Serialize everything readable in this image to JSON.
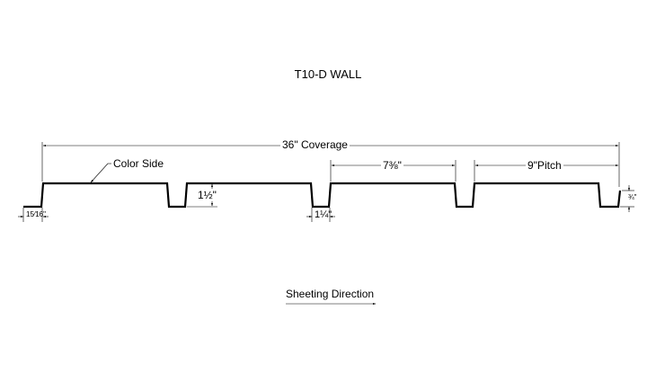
{
  "title": "T10-D WALL",
  "labels": {
    "coverage": "36\" Coverage",
    "color_side": "Color Side",
    "rib_height": "1½\"",
    "rib_spacing": "7⅜\"",
    "pitch": "9\"Pitch",
    "edge_width": "15⁄16\"",
    "rib_bottom_width": "1¼\"",
    "panel_depth": "¾\""
  },
  "sheeting_direction": "Sheeting Direction"
}
